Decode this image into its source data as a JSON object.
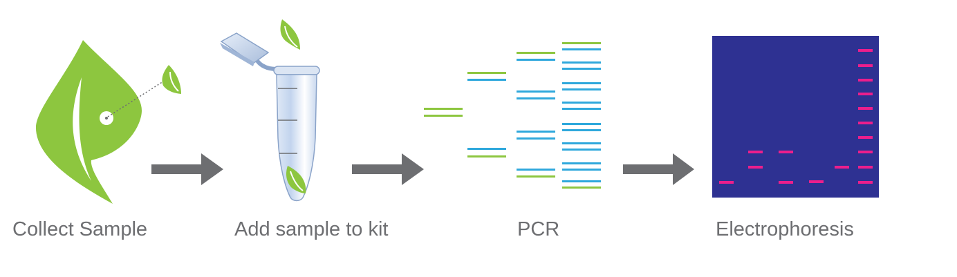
{
  "steps": [
    {
      "label": "Collect Sample"
    },
    {
      "label": "Add sample to kit"
    },
    {
      "label": "PCR"
    },
    {
      "label": "Electrophoresis"
    }
  ],
  "colors": {
    "leaf_green": "#8dc63f",
    "dna_blue": "#2fa8dc",
    "arrow_gray": "#6d6e71",
    "label_gray": "#6d6e71",
    "gel_background": "#2e3192",
    "gel_band": "#ec1e8c",
    "tube_body": "#c9d9ef"
  },
  "icons": {
    "leaf": "leaf-icon",
    "tube": "microtube-icon",
    "arrow": "arrow-right-icon",
    "dna_strand": "dna-strand-icon",
    "gel": "gel-icon"
  }
}
